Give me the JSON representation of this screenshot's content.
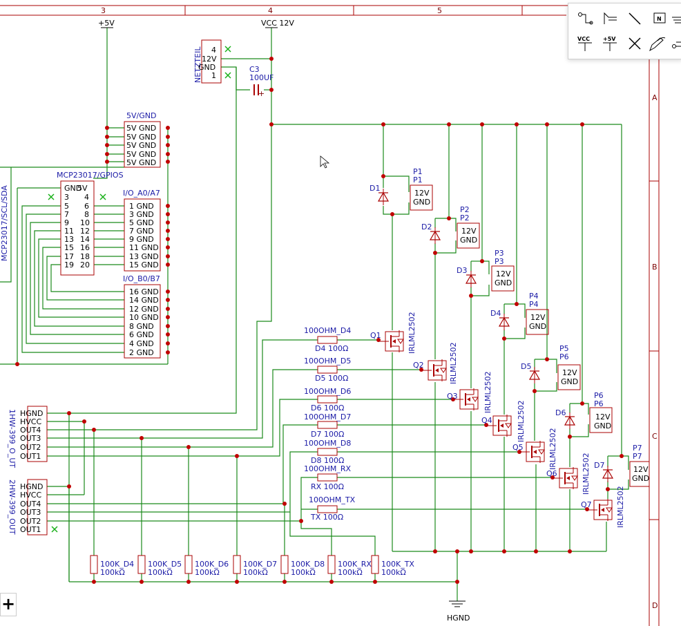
{
  "frame": {
    "col_labels": [
      "3",
      "4",
      "5"
    ],
    "row_labels": [
      "A",
      "B",
      "C",
      "D"
    ]
  },
  "power": {
    "plus5v": "+5V",
    "vcc12v": "VCC 12V",
    "hgnd": "HGND"
  },
  "netzteil": {
    "ref": "NETZTEIL",
    "pins": [
      "4",
      "12V",
      "GND",
      "1"
    ]
  },
  "c3": {
    "ref": "C3",
    "value": "100UF",
    "plus": "+"
  },
  "header_5v": {
    "title": "5V/GND",
    "pins": [
      "5V GND",
      "5V GND",
      "5V GND",
      "5V GND",
      "5V GND"
    ]
  },
  "mcp": {
    "title": "MCP23017/GPIOS",
    "side_label": "MCP23017/SCL/SDA",
    "header_row": [
      "GND",
      "5V"
    ],
    "left_pins": [
      "3",
      "5",
      "7",
      "9",
      "11",
      "13",
      "15",
      "17",
      "19"
    ],
    "right_pins": [
      "4",
      "6",
      "8",
      "10",
      "12",
      "14",
      "16",
      "18",
      "20"
    ]
  },
  "io_a": {
    "title": "I/O_A0/A7",
    "pins": [
      "1 GND",
      "3 GND",
      "5 GND",
      "7 GND",
      "9 GND",
      "11 GND",
      "13 GND",
      "15 GND"
    ]
  },
  "io_b": {
    "title": "I/O_B0/B7",
    "pins": [
      "16 GND",
      "14 GND",
      "12 GND",
      "10 GND",
      "8 GND",
      "6 GND",
      "4 GND",
      "2 GND"
    ]
  },
  "conn1": {
    "side_label": "1HW-399_O_UT",
    "pins": [
      "HGND",
      "HVCC",
      "OUT4",
      "OUT3",
      "OUT2",
      "OUT1"
    ]
  },
  "conn2": {
    "side_label": "2HW-399_OUT",
    "pins": [
      "HGND",
      "HVCC",
      "OUT4",
      "OUT3",
      "OUT2",
      "OUT1"
    ]
  },
  "gate_resistors": [
    {
      "name": "100OHM_D4",
      "value": "D4 100Ω"
    },
    {
      "name": "100OHM_D5",
      "value": "D5 100Ω"
    },
    {
      "name": "100OHM_D6",
      "value": "D6 100Ω"
    },
    {
      "name": "100OHM_D7",
      "value": "D7 100Ω"
    },
    {
      "name": "100OHM_D8",
      "value": "D8 100Ω"
    },
    {
      "name": "100OHM_RX",
      "value": "RX 100Ω"
    },
    {
      "name": "100OHM_TX",
      "value": "TX 100Ω"
    }
  ],
  "pulldowns": [
    {
      "name": "100K_D4",
      "value": "100kΩ"
    },
    {
      "name": "100K_D5",
      "value": "100kΩ"
    },
    {
      "name": "100K_D6",
      "value": "100kΩ"
    },
    {
      "name": "100K_D7",
      "value": "100kΩ"
    },
    {
      "name": "100K_D8",
      "value": "100kΩ"
    },
    {
      "name": "100K_RX",
      "value": "100kΩ"
    },
    {
      "name": "100K_TX",
      "value": "100kΩ"
    }
  ],
  "diodes": [
    "D1",
    "D2",
    "D3",
    "D4",
    "D5",
    "D6",
    "D7"
  ],
  "mosfets": {
    "refs": [
      "Q1",
      "Q2",
      "Q3",
      "Q4",
      "Q5",
      "Q6",
      "Q7"
    ],
    "part": "IRLML2502"
  },
  "outputs": [
    {
      "ref": "P1",
      "value": "P1",
      "pins": [
        "12V",
        "GND"
      ]
    },
    {
      "ref": "P2",
      "value": "P2",
      "pins": [
        "12V",
        "GND"
      ]
    },
    {
      "ref": "P3",
      "value": "P3",
      "pins": [
        "12V",
        "GND"
      ]
    },
    {
      "ref": "P4",
      "value": "P4",
      "pins": [
        "12V",
        "GND"
      ]
    },
    {
      "ref": "P5",
      "value": "P6",
      "pins": [
        "12V",
        "GND"
      ]
    },
    {
      "ref": "P6",
      "value": "P6",
      "pins": [
        "12V",
        "GND"
      ]
    },
    {
      "ref": "P7",
      "value": "P7",
      "pins": [
        "12V",
        "GND"
      ]
    }
  ],
  "toolbar": {
    "tools": [
      "net-tool",
      "bus-entry-tool",
      "wire-tool",
      "net-label-tool",
      "ground-tool",
      "vcc-tool",
      "plus5v-tool",
      "no-connect-tool",
      "draw-tool",
      "pin-tool"
    ],
    "vcc_text": "VCC",
    "plus5v_text": "+5V",
    "netlabel_text": "N"
  },
  "zoom_button": "+"
}
